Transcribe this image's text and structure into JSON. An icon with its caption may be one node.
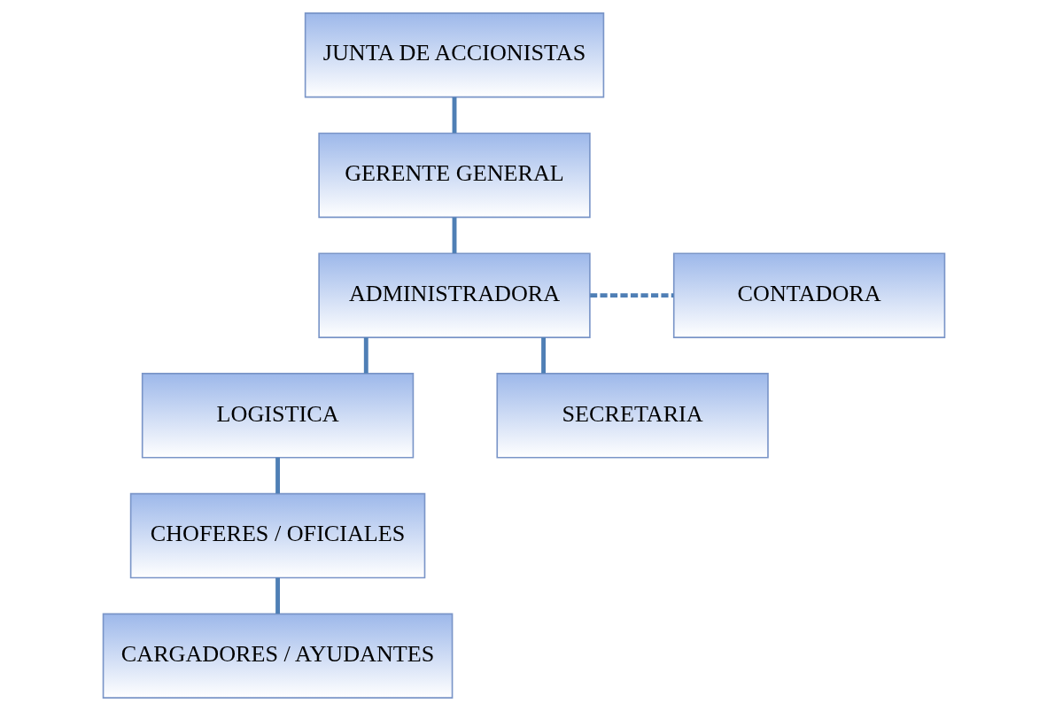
{
  "diagram": {
    "nodes": [
      {
        "text": [
          "JUNTA DE ACCIONISTAS"
        ]
      },
      {
        "text": [
          "GERENTE GENERAL"
        ]
      },
      {
        "text": [
          "ADMINISTRADORA"
        ]
      },
      {
        "text": [
          "CONTADORA"
        ]
      },
      {
        "text": [
          "LOGISTICA"
        ]
      },
      {
        "text": [
          "SECRETARIA"
        ]
      },
      {
        "text": [
          "CHOFERES / OFICIALES"
        ]
      },
      {
        "text": [
          "CARGADORES / AYUDANTES"
        ]
      }
    ],
    "edges": [
      {
        "from": 0,
        "to": 1,
        "arrow": "none"
      },
      {
        "from": 1,
        "to": 2,
        "arrow": "none"
      },
      {
        "from": 2,
        "to": 3,
        "arrow": "none",
        "style": "dashed"
      },
      {
        "from": 2,
        "to": 4,
        "arrow": "none"
      },
      {
        "from": 2,
        "to": 5,
        "arrow": "none"
      },
      {
        "from": 4,
        "to": 6,
        "arrow": "none"
      },
      {
        "from": 6,
        "to": 7,
        "arrow": "none"
      }
    ]
  }
}
